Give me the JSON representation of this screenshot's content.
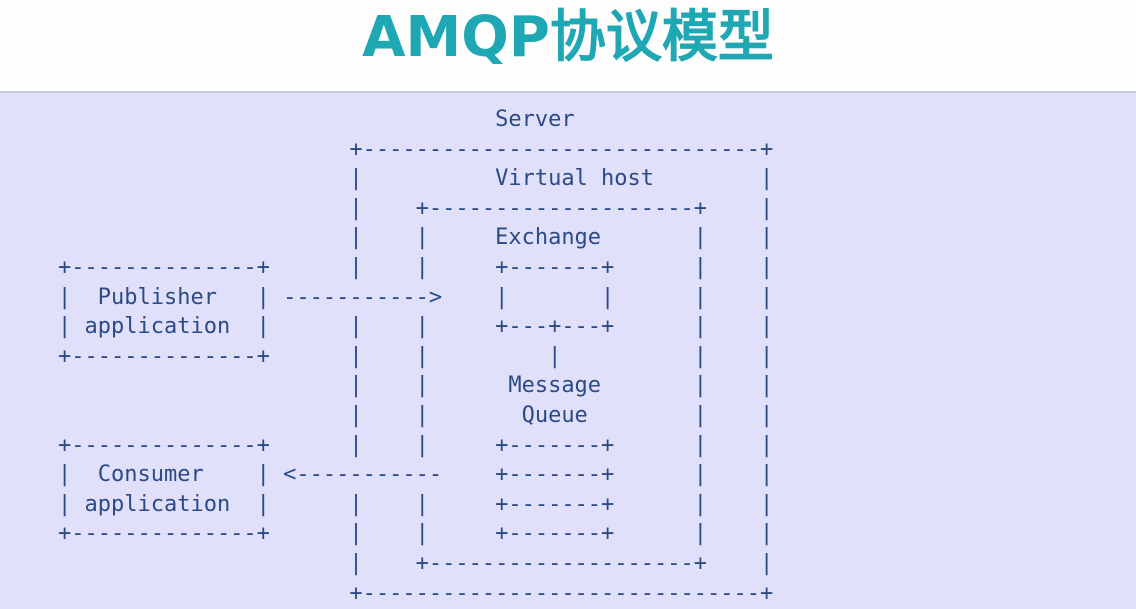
{
  "title": "AMQP协议模型",
  "colors": {
    "title": "#1fa8b3",
    "panel_background": "#e0e0fb",
    "diagram_text": "#2b4a86"
  },
  "diagram": {
    "labels": {
      "server": "Server",
      "virtual_host": "Virtual host",
      "exchange": "Exchange",
      "message_queue": "Message Queue",
      "publisher": "Publisher application",
      "consumer": "Consumer application"
    },
    "ascii_lines": [
      "                                 Server",
      "                      +------------------------------+",
      "                      |          Virtual host        |",
      "                      |    +--------------------+    |",
      "                      |    |     Exchange       |    |",
      "+--------------+      |    |     +-------+      |    |",
      "|  Publisher   | ----------->    |       |      |    |",
      "| application  |      |    |     +---+---+      |    |",
      "+--------------+      |    |         |          |    |",
      "                      |    |      Message       |    |",
      "                      |    |       Queue        |    |",
      "+--------------+      |    |     +-------+      |    |",
      "|  Consumer    | <-----------    +-------+      |    |",
      "| application  |      |    |     +-------+      |    |",
      "+--------------+      |    |     +-------+      |    |",
      "                      |    +--------------------+    |",
      "                      +------------------------------+"
    ]
  }
}
